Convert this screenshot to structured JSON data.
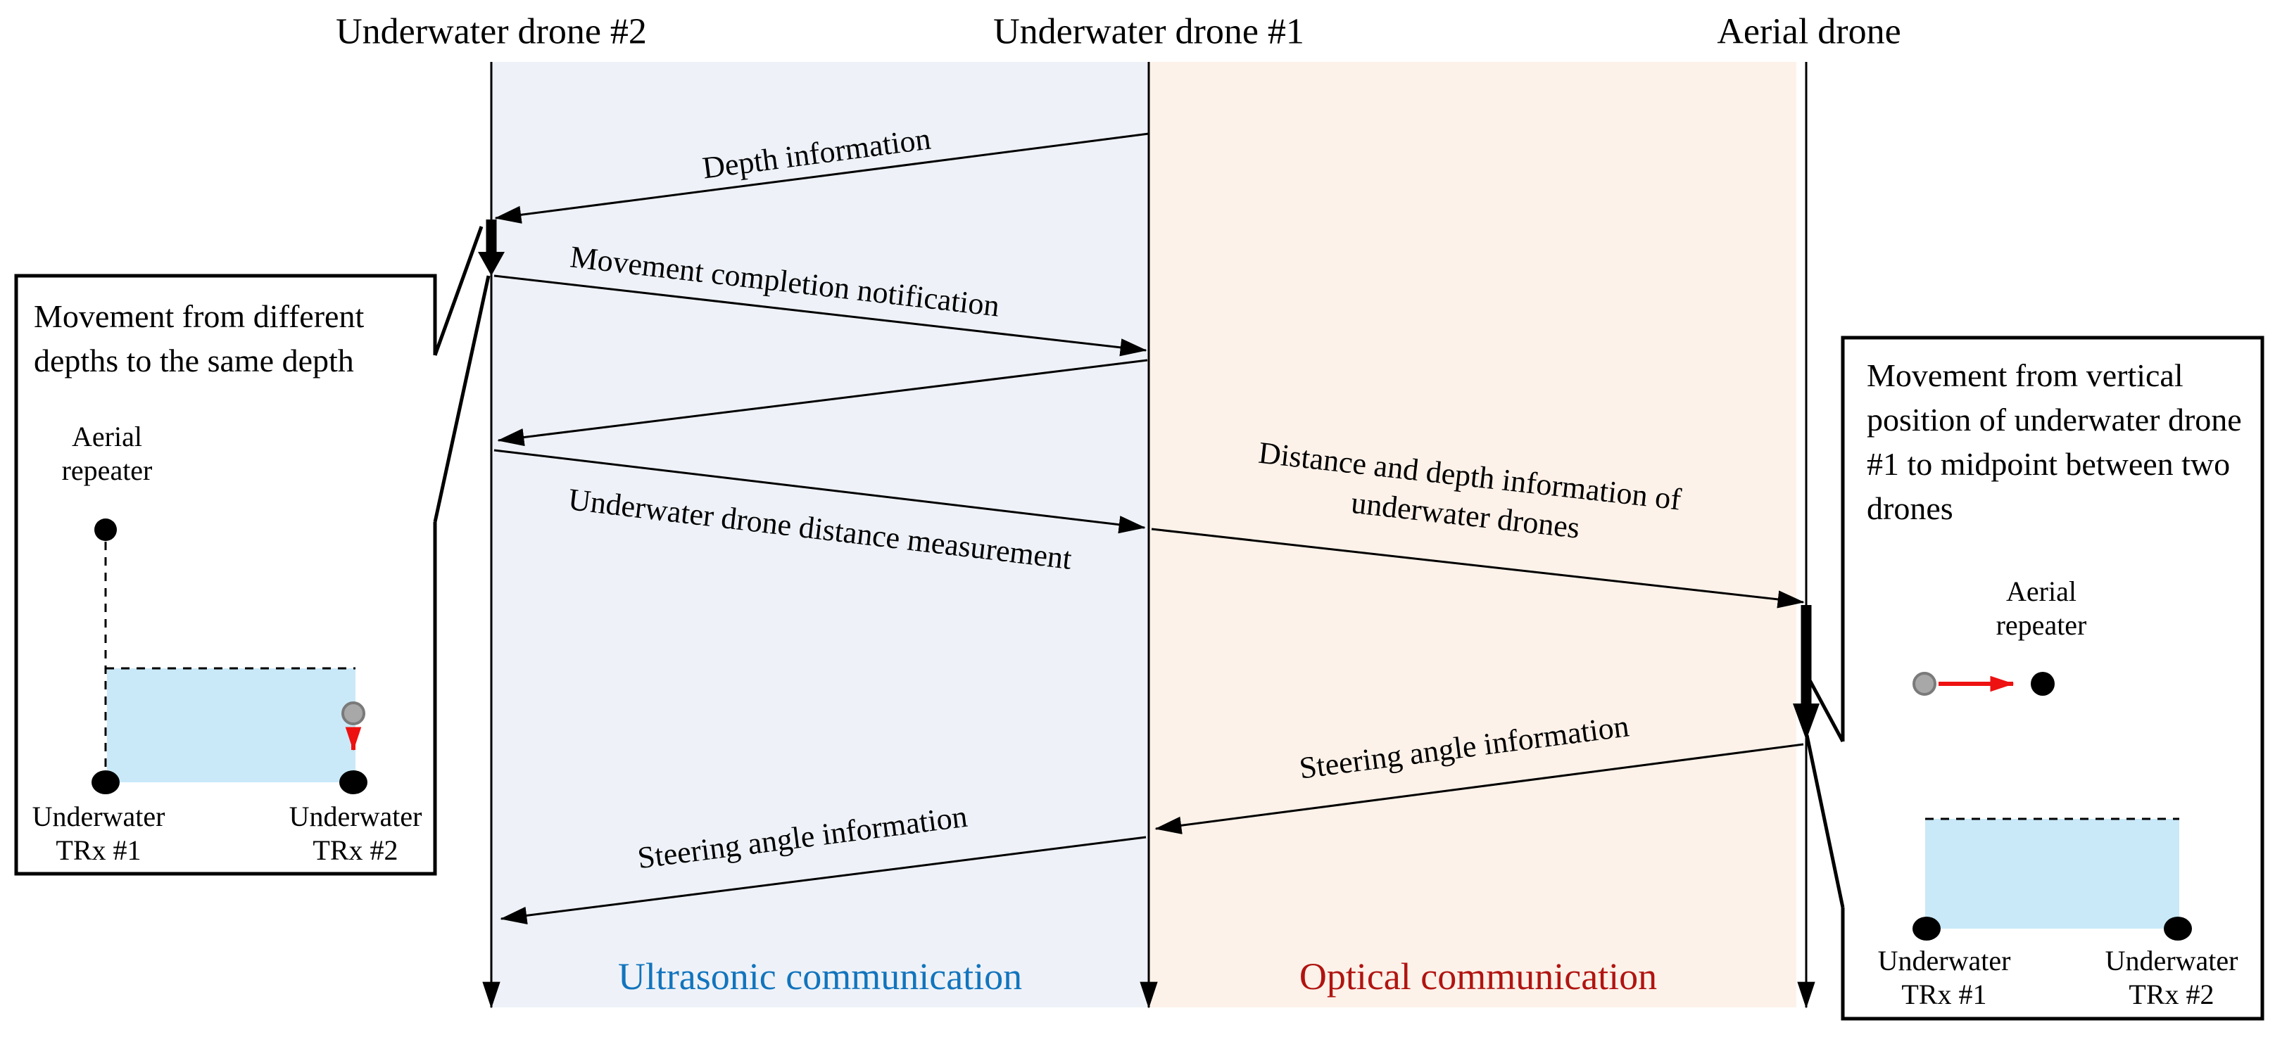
{
  "lifelines": [
    {
      "name": "Underwater drone #2"
    },
    {
      "name": "Underwater drone #1"
    },
    {
      "name": "Aerial drone"
    }
  ],
  "messages": {
    "depth_info": "Depth information",
    "movement_completion": "Movement completion notification",
    "distance_measurement": "Underwater drone distance measurement",
    "distance_depth_line1": "Distance and depth information of",
    "distance_depth_line2": "underwater drones",
    "steering_right": "Steering angle information",
    "steering_left": "Steering angle information"
  },
  "regions": {
    "ultrasonic_label": "Ultrasonic communication",
    "optical_label": "Optical communication",
    "ultrasonic_text_color": "#1274bd",
    "optical_text_color": "#b01411",
    "ultrasonic_bg": "#eef2f8",
    "optical_bg": "#fdf2e9"
  },
  "left_callout": {
    "title": "Movement from different depths to the same depth",
    "aerial_line1": "Aerial",
    "aerial_line2": "repeater",
    "trx1_line1": "Underwater",
    "trx1_line2": "TRx #1",
    "trx2_line1": "Underwater",
    "trx2_line2": "TRx #2"
  },
  "right_callout": {
    "title": "Movement from vertical position of underwater drone #1 to midpoint between two drones",
    "aerial_line1": "Aerial",
    "aerial_line2": "repeater",
    "trx1_line1": "Underwater",
    "trx1_line2": "TRx #1",
    "trx2_line1": "Underwater",
    "trx2_line2": "TRx #2"
  },
  "colors": {
    "water_fill": "#c9e9f8",
    "red_arrow": "#ee1111",
    "gray_node": "#a8a8a8"
  }
}
